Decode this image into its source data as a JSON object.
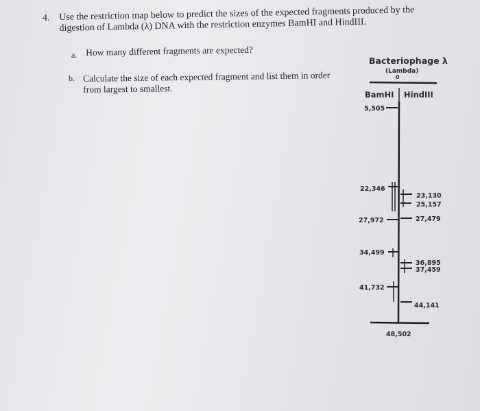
{
  "question": {
    "number": "4.",
    "text": "Use the restriction map below to predict the sizes of the expected fragments produced by the digestion of Lambda (λ) DNA with the restriction enzymes BamHI and HindIII.",
    "part_a_label": "a.",
    "part_a": "How many different fragments are expected?",
    "part_b_label": "b.",
    "part_b": "Calculate the size of each expected fragment and list them in order from largest to smallest."
  },
  "map": {
    "title": "Bacteriophage λ",
    "subtitle": "(Lambda)",
    "start": "0",
    "col_bamhi": "BamHI",
    "col_hindiii": "HindIII",
    "end": "48,502",
    "bamhi_sites": [
      "5,505",
      "22,346",
      "27,972",
      "34,499",
      "41,732"
    ],
    "hindiii_sites": [
      "23,130",
      "25,157",
      "27,479",
      "36,895",
      "37,459",
      "44,141"
    ]
  }
}
